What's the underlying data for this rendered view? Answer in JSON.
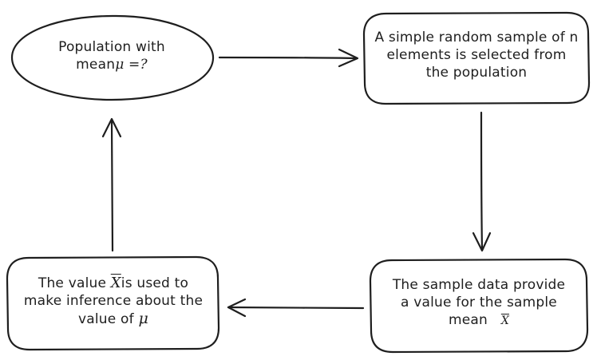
{
  "nodes": {
    "population": {
      "line1": "Population with",
      "line2_text": "mean",
      "line2_math": "μ =?"
    },
    "sample": {
      "line1": "A simple random sample of n",
      "line2": "elements is selected from",
      "line3": "the population"
    },
    "sample_data": {
      "line1": "The sample data provide",
      "line2": "a value for the sample",
      "line3_text": "mean",
      "line3_math": "X"
    },
    "inference": {
      "line1_pre": "The value",
      "line1_math": "X",
      "line1_post": "is used to",
      "line2": "make inference about the",
      "line3_text": "value of",
      "line3_math": "μ"
    }
  }
}
